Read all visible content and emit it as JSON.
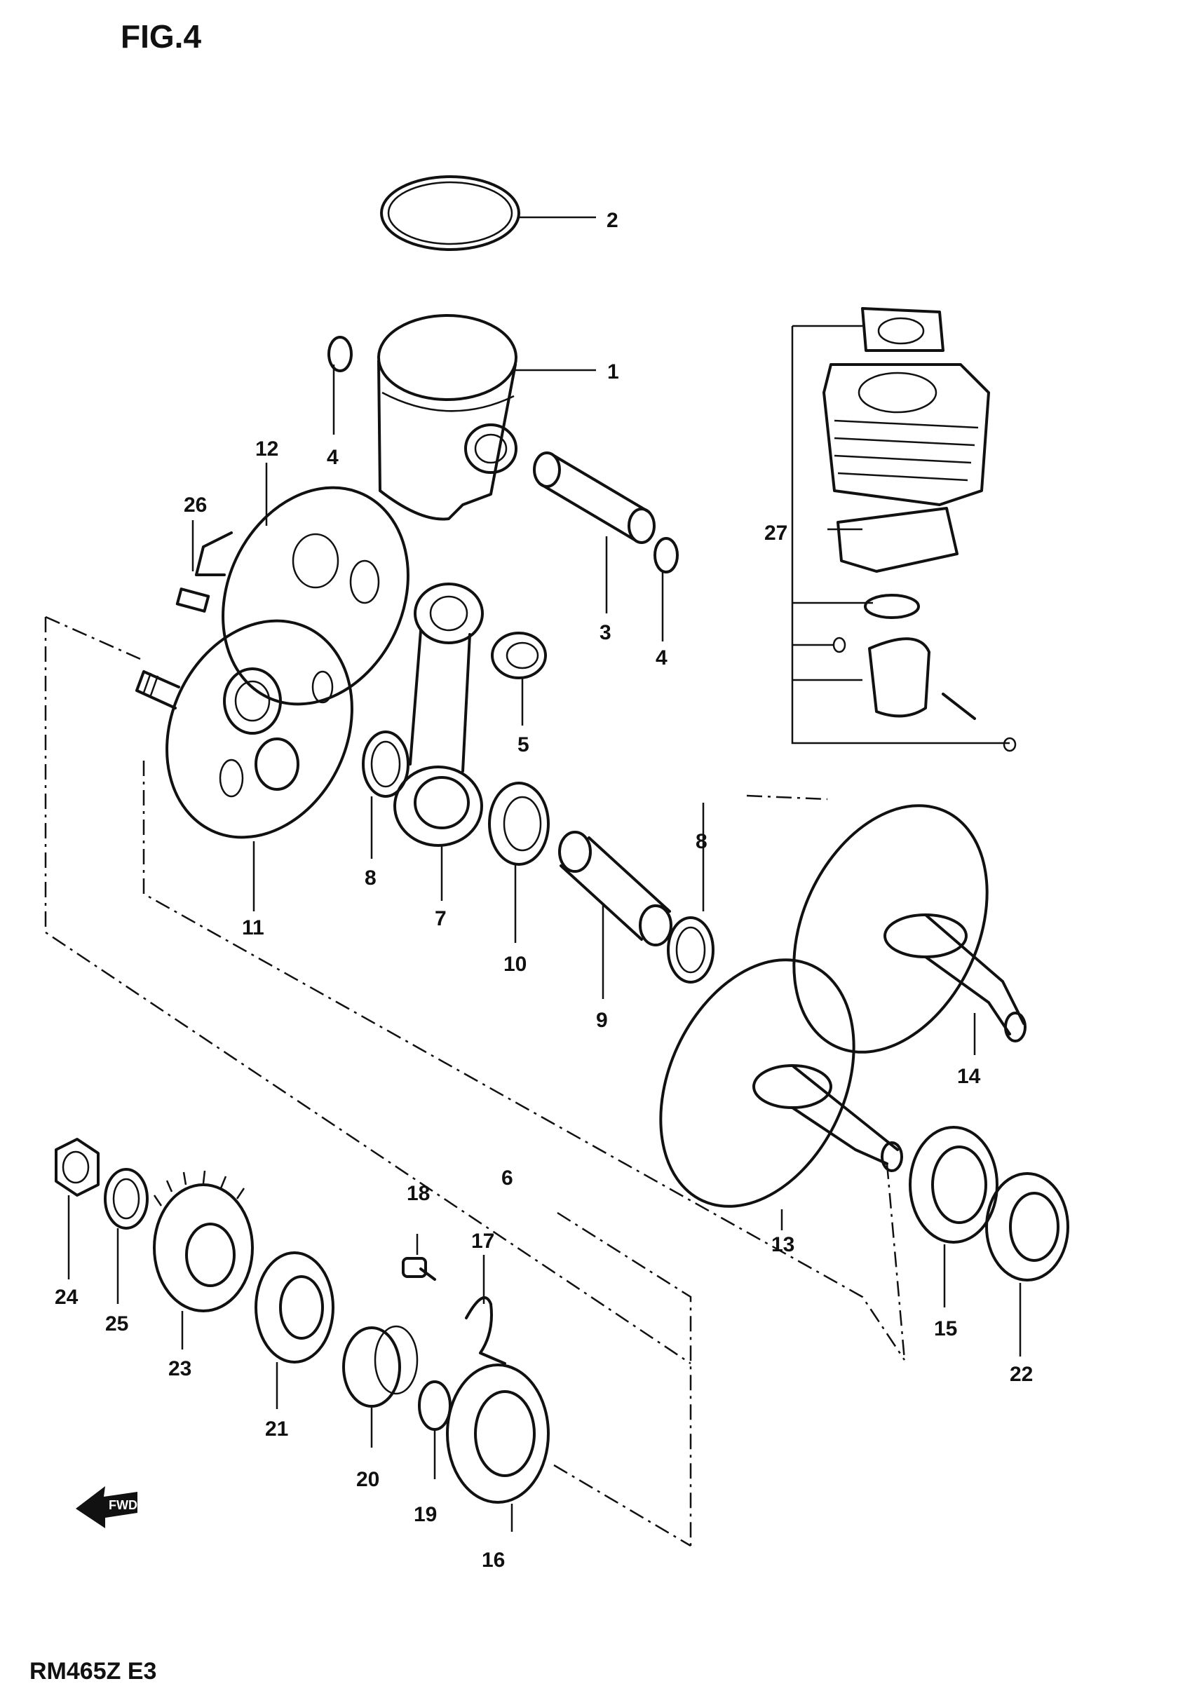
{
  "figure_title": "FIG.4",
  "footer_code": "RM465Z E3",
  "front_arrow_label": "FWD",
  "callouts": [
    "1",
    "2",
    "3",
    "4",
    "4",
    "5",
    "6",
    "7",
    "8",
    "8",
    "9",
    "10",
    "11",
    "12",
    "13",
    "14",
    "15",
    "16",
    "17",
    "18",
    "19",
    "20",
    "21",
    "22",
    "23",
    "24",
    "25",
    "26",
    "27"
  ]
}
